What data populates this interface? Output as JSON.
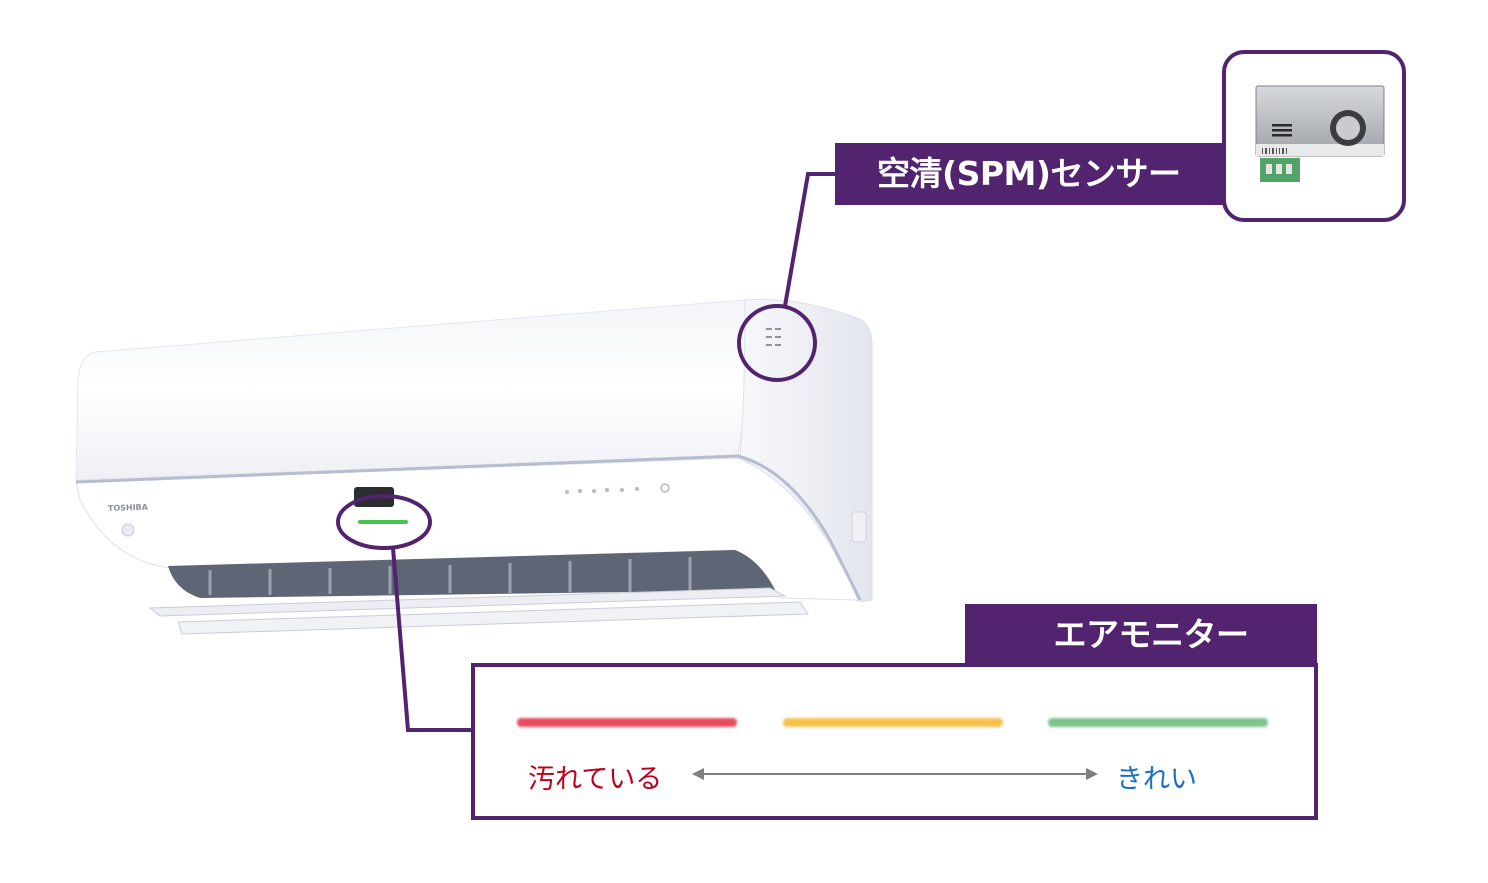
{
  "brand_logo": "TOSHIBA",
  "sensor": {
    "label": "空清(SPM)センサー",
    "icon": "sensor-module-icon"
  },
  "air_monitor": {
    "title": "エアモニター",
    "scale": [
      {
        "name": "dirty",
        "color": "#e84a5f"
      },
      {
        "name": "medium",
        "color": "#f6c04a"
      },
      {
        "name": "clean",
        "color": "#7cc48c"
      }
    ],
    "left_label": "汚れている",
    "right_label": "きれい"
  },
  "colors": {
    "accent": "#52236f",
    "dirty_text": "#c0001a",
    "clean_text": "#1a6fc4"
  }
}
